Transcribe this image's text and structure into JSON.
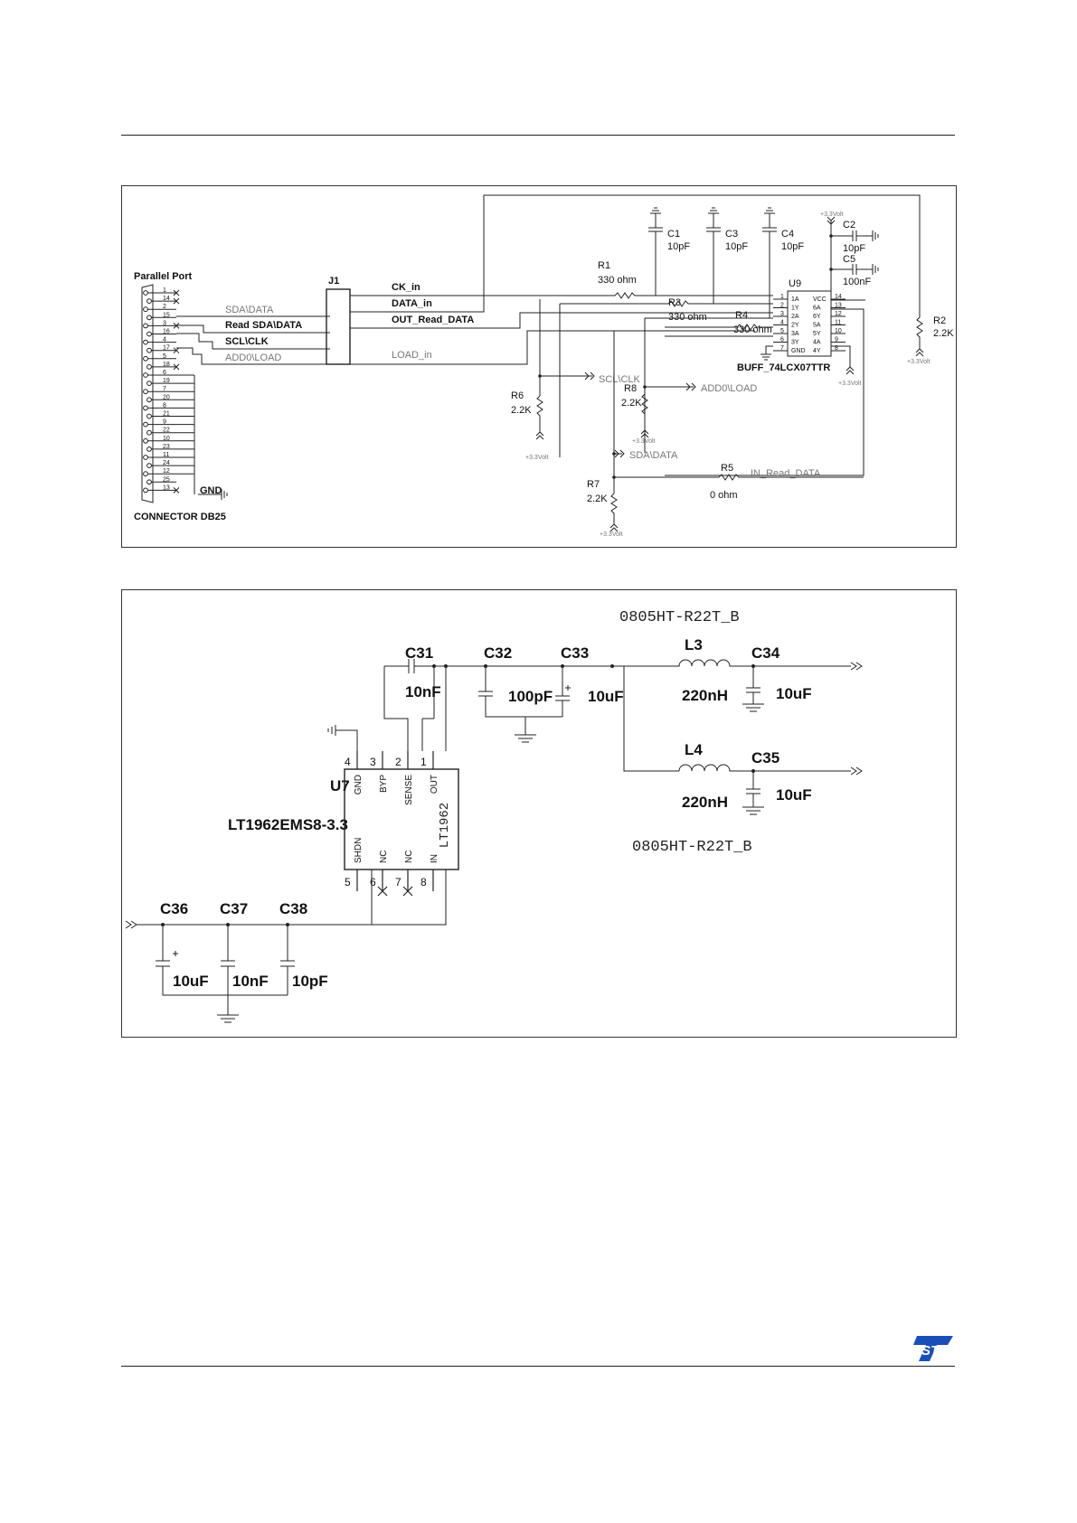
{
  "fig1": {
    "connector_title": "Parallel Port",
    "connector_name": "CONNECTOR DB25",
    "pins": [
      "1",
      "14",
      "2",
      "15",
      "3",
      "16",
      "4",
      "17",
      "5",
      "18",
      "6",
      "19",
      "7",
      "20",
      "8",
      "21",
      "9",
      "22",
      "10",
      "23",
      "11",
      "24",
      "12",
      "25",
      "13"
    ],
    "gnd_label": "GND",
    "port_signals": [
      "SDA\\DATA",
      "Read SDA\\DATA",
      "SCL\\CLK",
      "ADD0\\LOAD"
    ],
    "jumper": "J1",
    "net_labels": [
      "CK_in",
      "DATA_in",
      "OUT_Read_DATA",
      "LOAD_in"
    ],
    "resistors": [
      {
        "ref": "R1",
        "value": "330 ohm"
      },
      {
        "ref": "R3",
        "value": "330 ohm"
      },
      {
        "ref": "R4",
        "value": "330 ohm"
      },
      {
        "ref": "R2",
        "value": "2.2K"
      },
      {
        "ref": "R6",
        "value": "2.2K"
      },
      {
        "ref": "R8",
        "value": "2.2K"
      },
      {
        "ref": "R7",
        "value": "2.2K"
      },
      {
        "ref": "R5",
        "value": "0 ohm"
      }
    ],
    "capacitors": [
      {
        "ref": "C1",
        "value": "10pF"
      },
      {
        "ref": "C3",
        "value": "10pF"
      },
      {
        "ref": "C4",
        "value": "10pF"
      },
      {
        "ref": "C2",
        "value": "10pF"
      },
      {
        "ref": "C5",
        "value": "100nF"
      }
    ],
    "supply": "+3.3Volt",
    "supply_short": "+3.3Volt",
    "ic_ref": "U9",
    "ic_part": "BUFF_74LCX07TTR",
    "ic_left_pins": [
      "1",
      "2",
      "3",
      "4",
      "5",
      "6",
      "7"
    ],
    "ic_left_names": [
      "1A",
      "1Y",
      "2A",
      "2Y",
      "3A",
      "3Y",
      "GND"
    ],
    "ic_right_names": [
      "VCC",
      "6A",
      "6Y",
      "5A",
      "5Y",
      "4A",
      "4Y"
    ],
    "ic_right_pins": [
      "14",
      "13",
      "12",
      "11",
      "10",
      "9",
      "8"
    ],
    "nets": [
      "SCL\\CLK",
      "ADD0\\LOAD",
      "SDA\\DATA",
      "IN_Read_DATA"
    ]
  },
  "fig2": {
    "capacitors": [
      {
        "ref": "C31",
        "value": "10nF"
      },
      {
        "ref": "C32",
        "value": "100pF"
      },
      {
        "ref": "C33",
        "value": "10uF"
      },
      {
        "ref": "C34",
        "value": "10uF"
      },
      {
        "ref": "C35",
        "value": "10uF"
      },
      {
        "ref": "C36",
        "value": "10uF"
      },
      {
        "ref": "C37",
        "value": "10nF"
      },
      {
        "ref": "C38",
        "value": "10pF"
      }
    ],
    "inductors": [
      {
        "ref": "L3",
        "value": "220nH"
      },
      {
        "ref": "L4",
        "value": "220nH"
      }
    ],
    "inductor_part": "0805HT-R22T_B",
    "ic_ref": "U7",
    "ic_part": "LT1962EMS8-3.3",
    "ic_body": "LT1962",
    "top_pins": [
      {
        "num": "4",
        "name": "GND"
      },
      {
        "num": "3",
        "name": "BYP"
      },
      {
        "num": "2",
        "name": "SENSE"
      },
      {
        "num": "1",
        "name": "OUT"
      }
    ],
    "bottom_pins": [
      {
        "num": "5",
        "name": "SHDN"
      },
      {
        "num": "6",
        "name": "NC"
      },
      {
        "num": "7",
        "name": "NC"
      },
      {
        "num": "8",
        "name": "IN"
      }
    ]
  },
  "logo": "ST",
  "colors": {
    "line": "#222222",
    "logo": "#1a4fb8"
  }
}
